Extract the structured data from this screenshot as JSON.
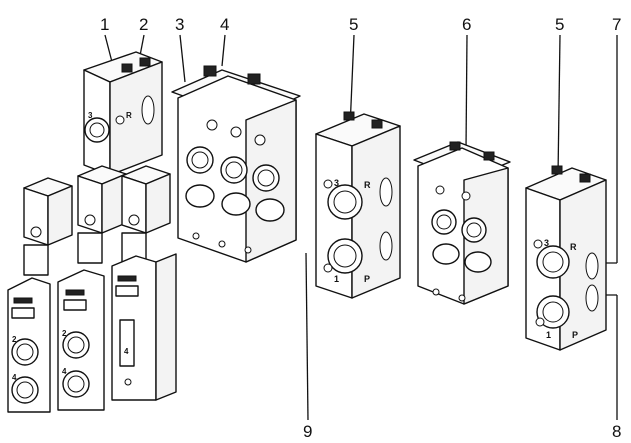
{
  "callouts": [
    {
      "id": "1",
      "label": "1"
    },
    {
      "id": "2",
      "label": "2"
    },
    {
      "id": "3",
      "label": "3"
    },
    {
      "id": "4",
      "label": "4"
    },
    {
      "id": "5a",
      "label": "5"
    },
    {
      "id": "6",
      "label": "6"
    },
    {
      "id": "5b",
      "label": "5"
    },
    {
      "id": "7",
      "label": "7"
    },
    {
      "id": "8",
      "label": "8"
    },
    {
      "id": "9",
      "label": "9"
    }
  ],
  "port_marks": {
    "exhaust_num": "3",
    "exhaust_letter": "R",
    "supply_num": "1",
    "supply_letter": "P",
    "out_a_num": "2",
    "out_b_num": "4"
  }
}
